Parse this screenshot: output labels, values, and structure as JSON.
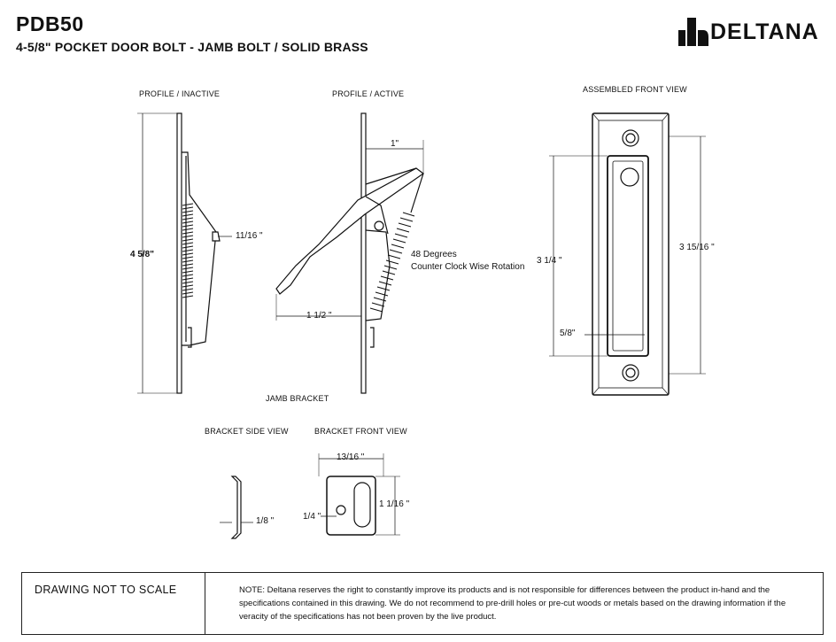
{
  "header": {
    "title": "PDB50",
    "subtitle": "4-5/8\" POCKET DOOR BOLT - JAMB BOLT / SOLID BRASS",
    "logo": "DELTANA"
  },
  "views": {
    "profile_inactive": "PROFILE / INACTIVE",
    "profile_active": "PROFILE / ACTIVE",
    "assembled_front": "ASSEMBLED FRONT VIEW",
    "jamb_bracket": "JAMB BRACKET",
    "bracket_side": "BRACKET SIDE VIEW",
    "bracket_front": "BRACKET FRONT VIEW"
  },
  "dimensions": {
    "overall_height": "4 5/8\"",
    "projection_inactive": "11/16 \"",
    "active_top": "1\"",
    "active_reach": "1 1/2 \"",
    "rotation_line1": "48 Degrees",
    "rotation_line2": "Counter Clock Wise Rotation",
    "face_width": "5/8\"",
    "slot_height": "3 1/4 \"",
    "plate_height": "3 15/16 \"",
    "bracket_width": "13/16 \"",
    "bracket_hole": "1/4 \"",
    "bracket_height": "1  1/16 \"",
    "bracket_thickness": "1/8 \""
  },
  "footer": {
    "left_label": "DRAWING NOT TO SCALE",
    "note": "NOTE: Deltana reserves the right to constantly improve its products and is not responsible for differences between the product in-hand and the specifications contained in this drawing.  We do not recommend to pre-drill holes or pre-cut woods or metals based on the drawing information if the veracity of the specifications has not been proven by the live product."
  }
}
